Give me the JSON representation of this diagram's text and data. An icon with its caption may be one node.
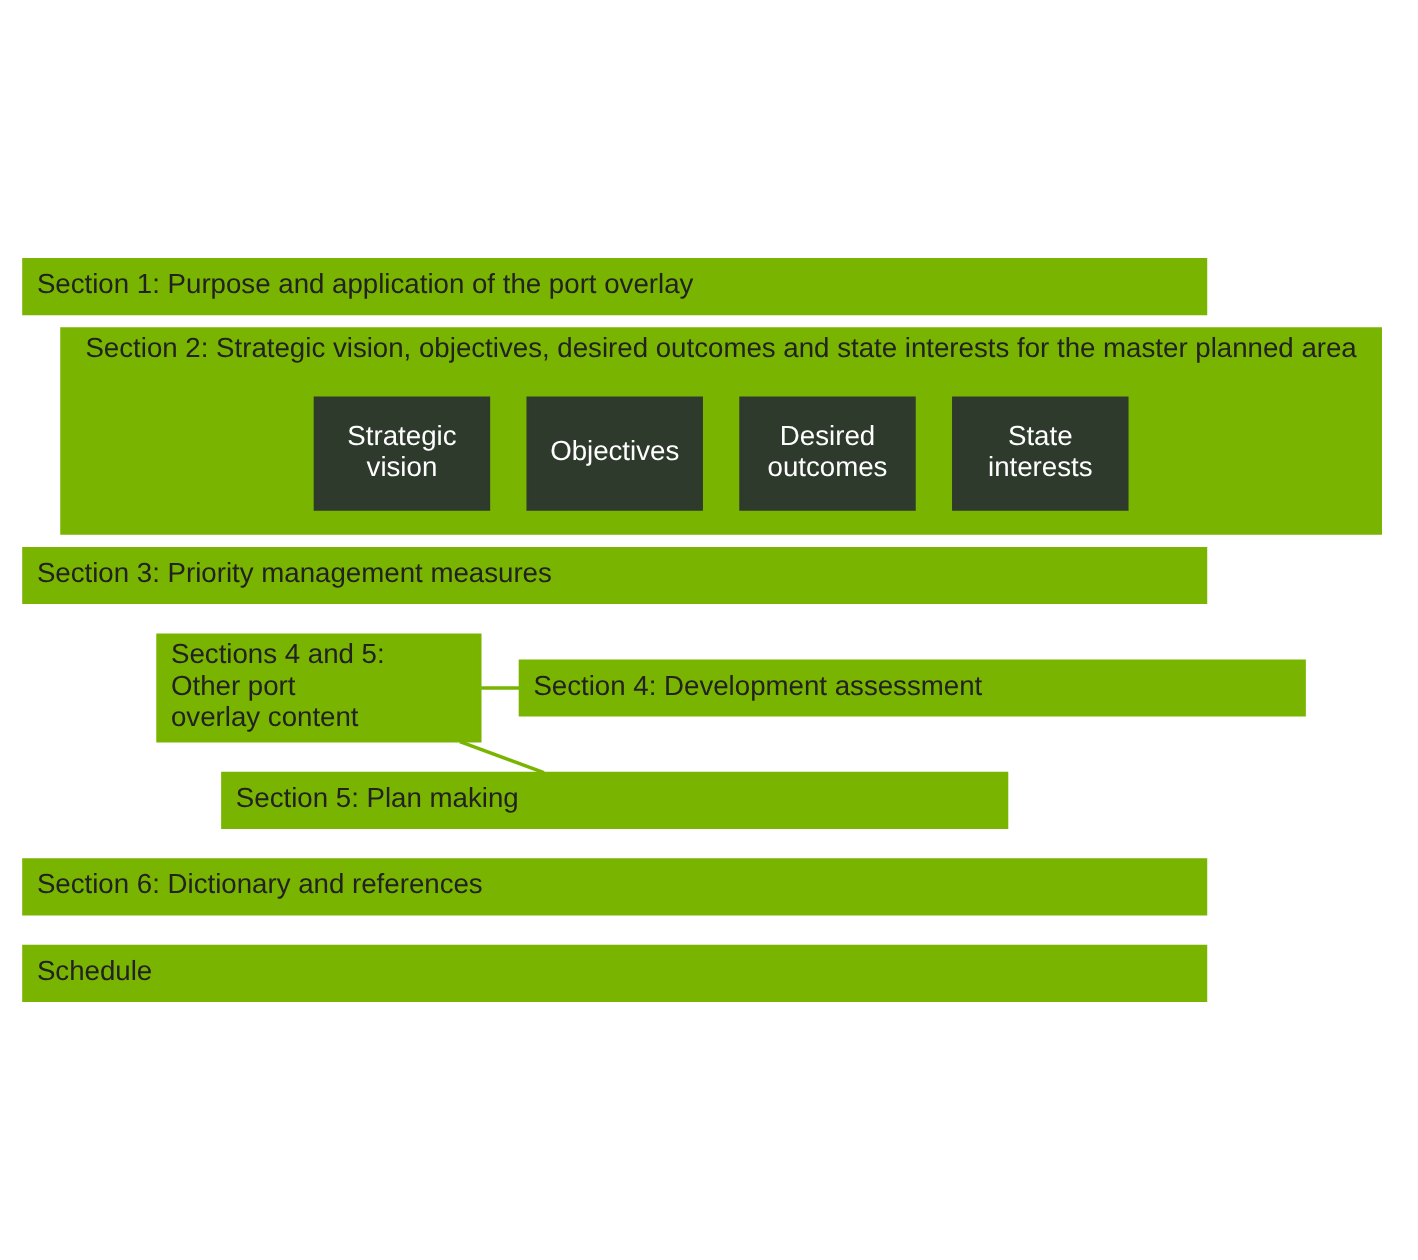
{
  "diagram": {
    "nodes": [
      {
        "text": [
          "Section 1: Purpose and application of the port overlay"
        ]
      },
      {
        "text": [
          "Section 2: Strategic vision, objectives, desired outcomes and state interests for the master planned area"
        ]
      },
      {
        "text": [
          "Strategic vision"
        ],
        "in": 1
      },
      {
        "text": [
          "Objectives"
        ],
        "in": 1
      },
      {
        "text": [
          "Desired outcomes"
        ],
        "in": 1
      },
      {
        "text": [
          "State interests"
        ],
        "in": 1
      },
      {
        "text": [
          "Section 3: Priority management measures"
        ]
      },
      {
        "text": [
          "Sections 4 and 5: Other port overlay content"
        ]
      },
      {
        "text": [
          "Section 4: Development assessment"
        ]
      },
      {
        "text": [
          "Section 5: Plan making"
        ]
      },
      {
        "text": [
          "Section 6: Dictionary and references"
        ]
      },
      {
        "text": [
          "Schedule"
        ]
      }
    ],
    "edges": [
      {
        "from": 7,
        "to": 8,
        "arrow": "none"
      },
      {
        "from": 7,
        "to": 9,
        "arrow": "none"
      }
    ]
  }
}
